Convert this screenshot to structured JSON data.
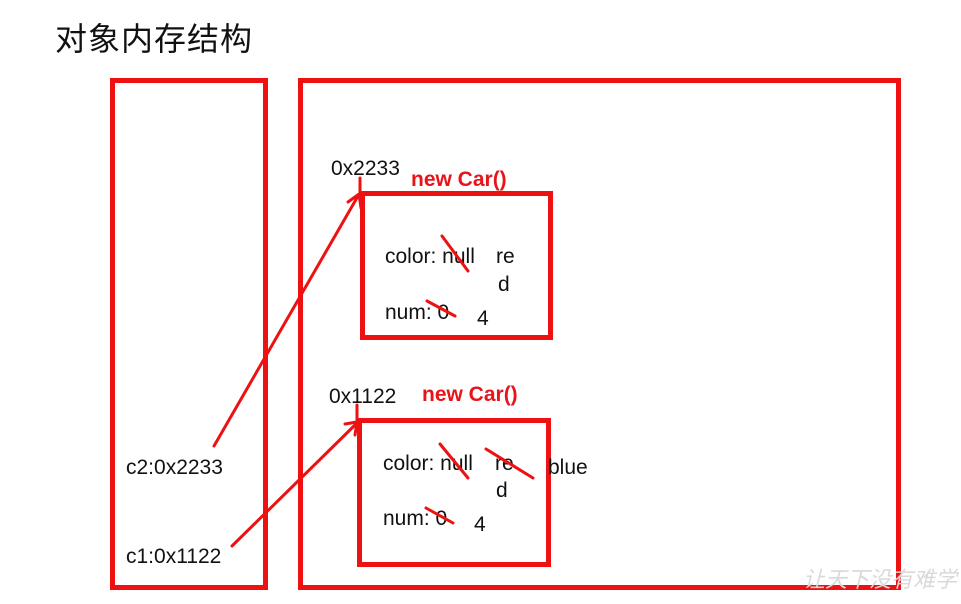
{
  "title": "对象内存结构",
  "stack": {
    "c2": "c2:0x2233",
    "c1": "c1:0x1122"
  },
  "objects": [
    {
      "address": "0x2233",
      "label": "new Car()",
      "color_field": "color: null",
      "color_new_part1": "re",
      "color_new_part2": "d",
      "num_field": "num: 0",
      "num_new": "4"
    },
    {
      "address": "0x1122",
      "label": "new Car()",
      "color_field": "color: null",
      "color_new_part1": "re",
      "color_new_part2": "d",
      "color_newest": "blue",
      "num_field": "num: 0",
      "num_new": "4"
    }
  ],
  "watermark": "让天下没有难学",
  "colors": {
    "accent": "#ee1111"
  }
}
